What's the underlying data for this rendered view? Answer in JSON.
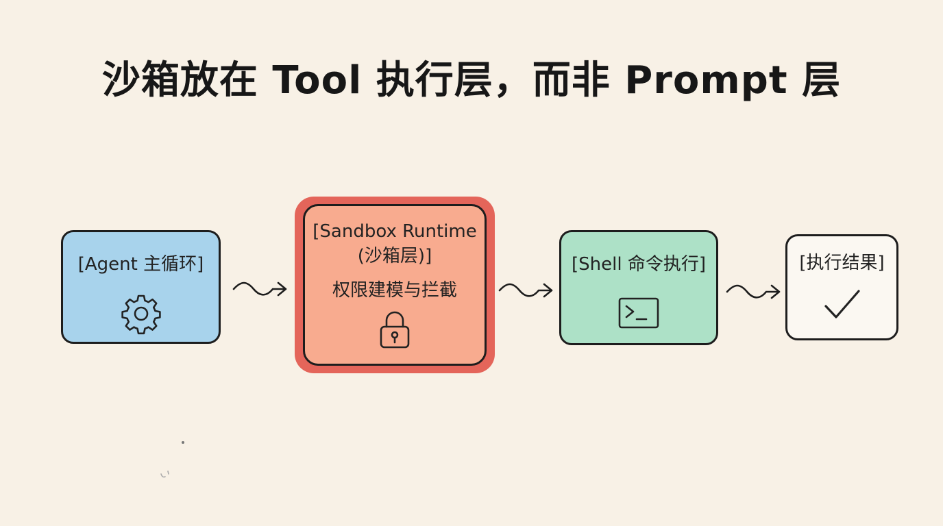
{
  "title": "沙箱放在 Tool 执行层，而非 Prompt 层",
  "nodes": {
    "agent": {
      "label": "[Agent 主循环]",
      "icon": "gear-icon",
      "color": "#a8d3ec"
    },
    "sandbox": {
      "label_line1": "[Sandbox Runtime",
      "label_line2": "(沙箱层)]",
      "sublabel": "权限建模与拦截",
      "icon": "lock-icon",
      "color": "#f8ab8f",
      "highlight_color": "#e4655a"
    },
    "shell": {
      "label": "[Shell 命令执行]",
      "icon": "terminal-icon",
      "color": "#ade1c7"
    },
    "result": {
      "label": "[执行结果]",
      "icon": "checkmark-icon",
      "color": "#fbf8f2"
    }
  },
  "edges": [
    {
      "from": "agent",
      "to": "sandbox"
    },
    {
      "from": "sandbox",
      "to": "shell"
    },
    {
      "from": "shell",
      "to": "result"
    }
  ]
}
